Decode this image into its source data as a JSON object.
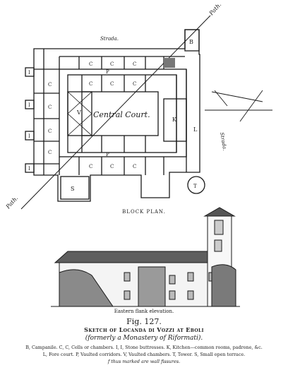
{
  "plan": {
    "labels": {
      "path_top": "Path.",
      "path_bottom": "Path.",
      "strada_top": "Strada.",
      "strada_right": "Strada.",
      "central_court": "Central Court.",
      "B": "B",
      "P": "P",
      "C": "C",
      "V": "V",
      "K": "K",
      "L": "L",
      "S": "S",
      "T": "T",
      "I": "I"
    },
    "title": "BLOCK PLAN."
  },
  "elevation": {
    "caption": "Eastern flank elevation."
  },
  "figure": {
    "number": "Fig. 127.",
    "title": "Sketch of Locanda di Vozzi at Eboli",
    "subtitle": "(formerly a Monastery of Riformati).",
    "legend_line1": "B, Campanile.  C, C, Cells or chambers.  I, I, Stone buttresses.  K, Kitchen—common rooms, padrone, &c.",
    "legend_line2": "L, Fore court.  P, Vaulted corridors.  V, Vaulted chambers.  T, Tower.  S, Small open terrace.",
    "legend_line3": "f  thus marked are wall fissures."
  }
}
